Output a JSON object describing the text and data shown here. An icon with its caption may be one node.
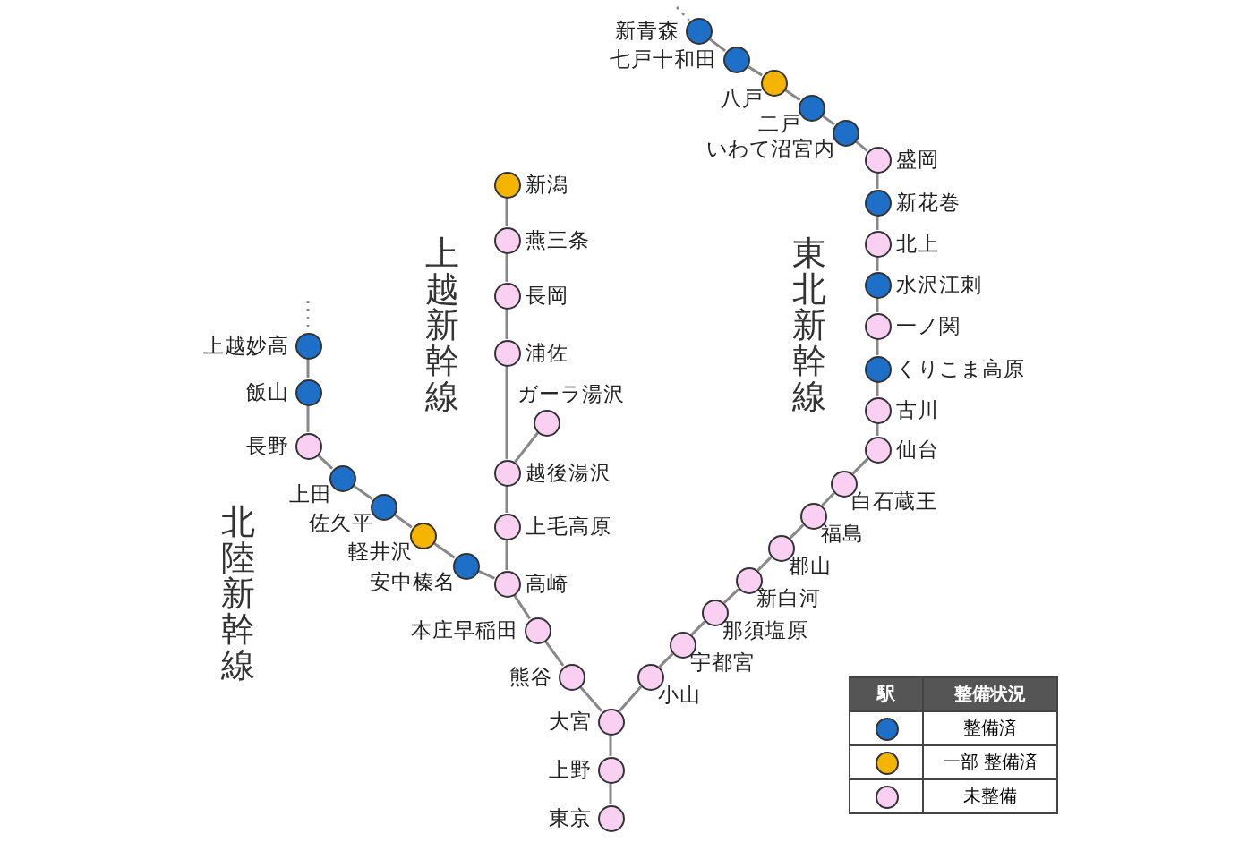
{
  "diagram": {
    "nodes": [
      {
        "text": [
          "新青森"
        ]
      },
      {
        "text": [
          "七戸十和田"
        ]
      },
      {
        "text": [
          "八戸"
        ]
      },
      {
        "text": [
          "二戸"
        ]
      },
      {
        "text": [
          "いわて沼宮内"
        ]
      },
      {
        "text": [
          "盛岡"
        ]
      },
      {
        "text": [
          "新花巻"
        ]
      },
      {
        "text": [
          "北上"
        ]
      },
      {
        "text": [
          "水沢江刺"
        ]
      },
      {
        "text": [
          "一ノ関"
        ]
      },
      {
        "text": [
          "くりこま高原"
        ]
      },
      {
        "text": [
          "古川"
        ]
      },
      {
        "text": [
          "仙台"
        ]
      },
      {
        "text": [
          "白石蔵王"
        ]
      },
      {
        "text": [
          "福島"
        ]
      },
      {
        "text": [
          "郡山"
        ]
      },
      {
        "text": [
          "新白河"
        ]
      },
      {
        "text": [
          "那須塩原"
        ]
      },
      {
        "text": [
          "宇都宮"
        ]
      },
      {
        "text": [
          "小山"
        ]
      },
      {
        "text": [
          "大宮"
        ]
      },
      {
        "text": [
          "上野"
        ]
      },
      {
        "text": [
          "東京"
        ]
      },
      {
        "text": [
          "新潟"
        ]
      },
      {
        "text": [
          "燕三条"
        ]
      },
      {
        "text": [
          "長岡"
        ]
      },
      {
        "text": [
          "浦佐"
        ]
      },
      {
        "text": [
          "越後湯沢"
        ]
      },
      {
        "text": [
          "上毛高原"
        ]
      },
      {
        "text": [
          "高崎"
        ]
      },
      {
        "text": [
          "本庄早稲田"
        ]
      },
      {
        "text": [
          "熊谷"
        ]
      },
      {
        "text": [
          "ガーラ湯沢"
        ]
      },
      {
        "text": [
          "上越妙高"
        ]
      },
      {
        "text": [
          "飯山"
        ]
      },
      {
        "text": [
          "長野"
        ]
      },
      {
        "text": [
          "上田"
        ]
      },
      {
        "text": [
          "佐久平"
        ]
      },
      {
        "text": [
          "軽井沢"
        ]
      },
      {
        "text": [
          "安中榛名"
        ]
      }
    ],
    "edges": [
      {
        "from": null,
        "to": 0,
        "arrow": "none",
        "style": "dashed"
      },
      {
        "from": 0,
        "to": 1,
        "arrow": "none"
      },
      {
        "from": 1,
        "to": 2,
        "arrow": "none"
      },
      {
        "from": 2,
        "to": 3,
        "arrow": "none"
      },
      {
        "from": 3,
        "to": 4,
        "arrow": "none"
      },
      {
        "from": 4,
        "to": 5,
        "arrow": "none"
      },
      {
        "from": 5,
        "to": 6,
        "arrow": "none"
      },
      {
        "from": 6,
        "to": 7,
        "arrow": "none"
      },
      {
        "from": 7,
        "to": 8,
        "arrow": "none"
      },
      {
        "from": 8,
        "to": 9,
        "arrow": "none"
      },
      {
        "from": 9,
        "to": 10,
        "arrow": "none"
      },
      {
        "from": 10,
        "to": 11,
        "arrow": "none"
      },
      {
        "from": 11,
        "to": 12,
        "arrow": "none"
      },
      {
        "from": 12,
        "to": 13,
        "arrow": "none"
      },
      {
        "from": 13,
        "to": 14,
        "arrow": "none"
      },
      {
        "from": 14,
        "to": 15,
        "arrow": "none"
      },
      {
        "from": 15,
        "to": 16,
        "arrow": "none"
      },
      {
        "from": 16,
        "to": 17,
        "arrow": "none"
      },
      {
        "from": 17,
        "to": 18,
        "arrow": "none"
      },
      {
        "from": 18,
        "to": 19,
        "arrow": "none"
      },
      {
        "from": 19,
        "to": 20,
        "arrow": "none"
      },
      {
        "from": 20,
        "to": 21,
        "arrow": "none"
      },
      {
        "from": 21,
        "to": 22,
        "arrow": "none"
      },
      {
        "from": 23,
        "to": 24,
        "arrow": "none"
      },
      {
        "from": 24,
        "to": 25,
        "arrow": "none"
      },
      {
        "from": 25,
        "to": 26,
        "arrow": "none"
      },
      {
        "from": 26,
        "to": 27,
        "arrow": "none"
      },
      {
        "from": 27,
        "to": 28,
        "arrow": "none"
      },
      {
        "from": 28,
        "to": 29,
        "arrow": "none"
      },
      {
        "from": 29,
        "to": 30,
        "arrow": "none"
      },
      {
        "from": 30,
        "to": 31,
        "arrow": "none"
      },
      {
        "from": 31,
        "to": 20,
        "arrow": "none"
      },
      {
        "from": 27,
        "to": 32,
        "arrow": "none"
      },
      {
        "from": null,
        "to": 33,
        "arrow": "none",
        "style": "dashed"
      },
      {
        "from": 33,
        "to": 34,
        "arrow": "none"
      },
      {
        "from": 34,
        "to": 35,
        "arrow": "none"
      },
      {
        "from": 35,
        "to": 36,
        "arrow": "none"
      },
      {
        "from": 36,
        "to": 37,
        "arrow": "none"
      },
      {
        "from": 37,
        "to": 38,
        "arrow": "none"
      },
      {
        "from": 38,
        "to": 39,
        "arrow": "none"
      },
      {
        "from": 39,
        "to": 29,
        "arrow": "none"
      }
    ],
    "labels": [
      "東北新幹線",
      "上越新幹線",
      "北陸新幹線",
      "駅",
      "整備状況"
    ],
    "legend": [
      {
        "text": "整備済",
        "color": "#1e6fc8"
      },
      {
        "text": "一部 整備済",
        "color": "#f5b400"
      },
      {
        "text": "未整備",
        "color": "#f9d0f2"
      }
    ]
  }
}
